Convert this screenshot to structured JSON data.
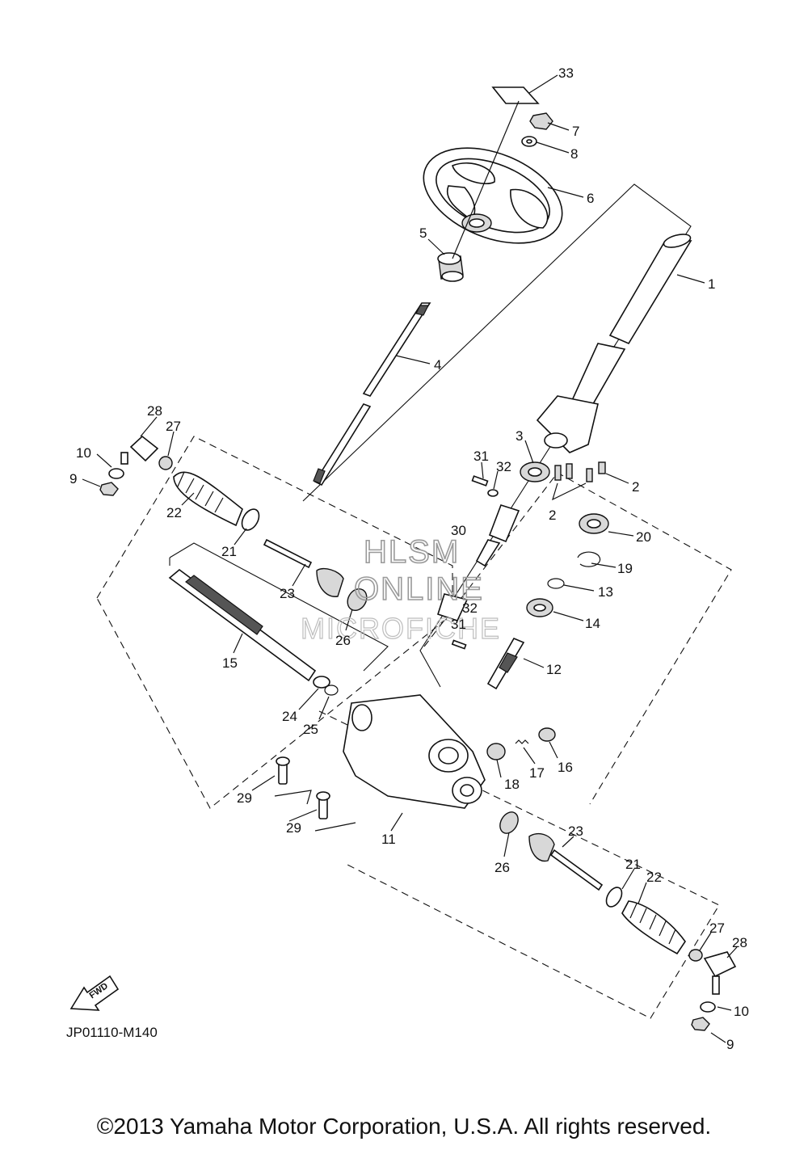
{
  "labels": {
    "p1": "1",
    "p2a": "2",
    "p2b": "2",
    "p3": "3",
    "p4": "4",
    "p5": "5",
    "p6": "6",
    "p7": "7",
    "p8": "8",
    "p9a": "9",
    "p9b": "9",
    "p10a": "10",
    "p10b": "10",
    "p11": "11",
    "p12": "12",
    "p13": "13",
    "p14": "14",
    "p15": "15",
    "p16": "16",
    "p17": "17",
    "p18": "18",
    "p19": "19",
    "p20": "20",
    "p21a": "21",
    "p21b": "21",
    "p22a": "22",
    "p22b": "22",
    "p23a": "23",
    "p23b": "23",
    "p24": "24",
    "p25": "25",
    "p26a": "26",
    "p26b": "26",
    "p27a": "27",
    "p27b": "27",
    "p28a": "28",
    "p28b": "28",
    "p29a": "29",
    "p29b": "29",
    "p30": "30",
    "p31a": "31",
    "p31b": "31",
    "p32a": "32",
    "p32b": "32",
    "p33": "33"
  },
  "watermark": {
    "line1": "HLSM",
    "line2": "ONLINE",
    "line3": "MICROFICHE"
  },
  "fwd_badge": "FWD",
  "diagram_code": "JP01110-M140",
  "copyright": "©2013 Yamaha Motor Corporation, U.S.A. All rights reserved.",
  "colors": {
    "ink": "#111111",
    "watermark": "#9a9a9a",
    "background": "#ffffff"
  }
}
